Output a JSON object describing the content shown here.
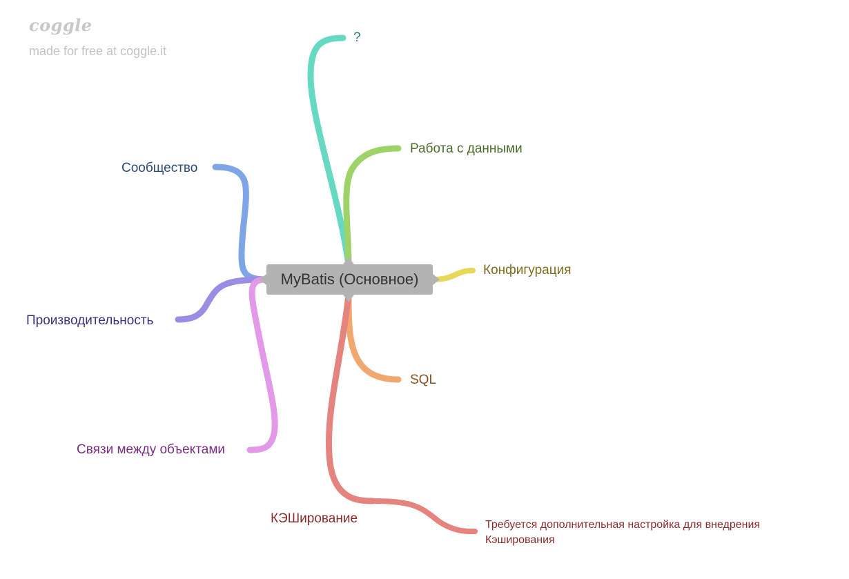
{
  "brand": {
    "logo": "coggle",
    "tagline": "made for free at coggle.it"
  },
  "center": {
    "label": "MyBatis (Основное)",
    "color": "#b3b3b3"
  },
  "branches": [
    {
      "id": "question",
      "label": "?",
      "color": "#67d9c3",
      "text_color": "#2b7d6f"
    },
    {
      "id": "data",
      "label": "Работа с данными",
      "color": "#9ed36a",
      "text_color": "#4a6b2a"
    },
    {
      "id": "config",
      "label": "Конфигурация",
      "color": "#e8d85a",
      "text_color": "#7a6f1c"
    },
    {
      "id": "sql",
      "label": "SQL",
      "color": "#f0a86e",
      "text_color": "#8a4f22"
    },
    {
      "id": "cache",
      "label": "КЭШирование",
      "color": "#e5847e",
      "text_color": "#8a2a2a",
      "children": [
        {
          "label": "Требуется дополнительная настройка для внедрения Кэширования"
        }
      ]
    },
    {
      "id": "community",
      "label": "Сообщество",
      "color": "#7ea6e6",
      "text_color": "#2d4a7a"
    },
    {
      "id": "performance",
      "label": "Производительность",
      "color": "#9b8de3",
      "text_color": "#3d2f7a"
    },
    {
      "id": "relations",
      "label": "Связи между объектами",
      "color": "#e29ae8",
      "text_color": "#7a2d82"
    }
  ]
}
